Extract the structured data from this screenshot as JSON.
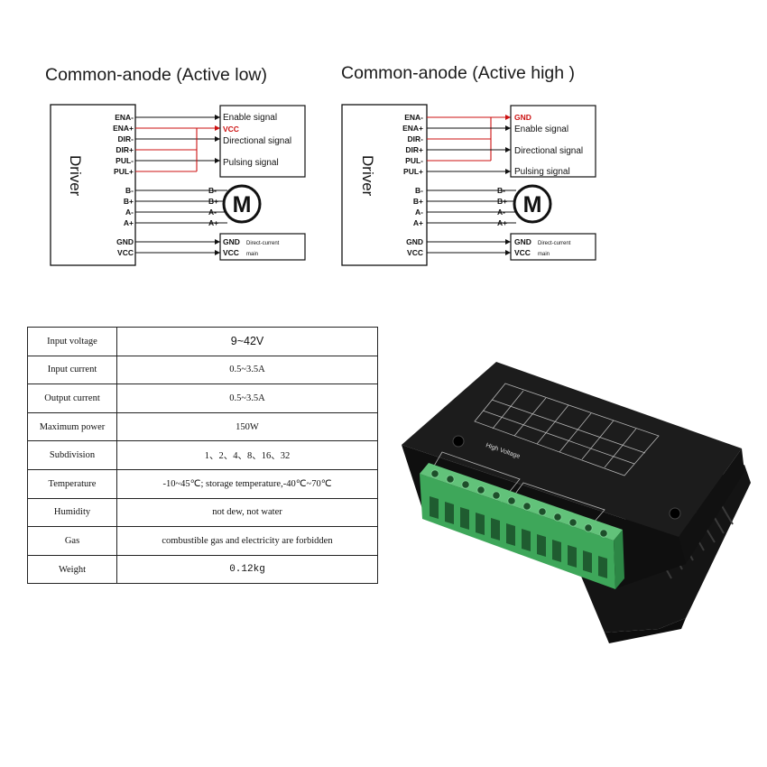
{
  "diagrams": [
    {
      "title": "Common-anode (Active low)",
      "driver_label": "Driver",
      "pins": [
        "ENA-",
        "ENA+",
        "DIR-",
        "DIR+",
        "PUL-",
        "PUL+",
        "B-",
        "B+",
        "A-",
        "A+",
        "GND",
        "VCC"
      ],
      "signal_box": {
        "first": "Enable signal",
        "vcc": "VCC",
        "second": "Directional signal",
        "third": "Pulsing signal"
      },
      "motor_pins": [
        "B-",
        "B+",
        "A-",
        "A+"
      ],
      "motor_label": "M",
      "power": {
        "gnd": "GND",
        "vcc": "VCC",
        "desc1": "Direct-current",
        "desc2": "main"
      }
    },
    {
      "title": "Common-anode (Active high )",
      "driver_label": "Driver",
      "pins": [
        "ENA-",
        "ENA+",
        "DIR-",
        "DIR+",
        "PUL-",
        "PUL+",
        "B-",
        "B+",
        "A-",
        "A+",
        "GND",
        "VCC"
      ],
      "signal_box": {
        "gnd": "GND",
        "first": "Enable signal",
        "second": "Directional signal",
        "third": "Pulsing signal"
      },
      "motor_pins": [
        "B-",
        "B+",
        "A-",
        "A+"
      ],
      "motor_label": "M",
      "power": {
        "gnd": "GND",
        "vcc": "VCC",
        "desc1": "Direct-current",
        "desc2": "main"
      }
    }
  ],
  "spec_table": [
    {
      "label": "Input voltage",
      "value": "9~42V"
    },
    {
      "label": "Input current",
      "value": "0.5~3.5A"
    },
    {
      "label": "Output current",
      "value": "0.5~3.5A"
    },
    {
      "label": "Maximum power",
      "value": "150W"
    },
    {
      "label": "Subdivision",
      "value": "1、2、4、8、16、32"
    },
    {
      "label": "Temperature",
      "value": "-10~45℃;   storage temperature,-40℃~70℃"
    },
    {
      "label": "Humidity",
      "value": "not dew, not water"
    },
    {
      "label": "Gas",
      "value": "combustible gas and electricity are forbidden"
    },
    {
      "label": "Weight",
      "value": "0.12kg"
    }
  ],
  "product_photo": {
    "subject": "stepper-motor-driver-module",
    "label_strip": "High Voltage"
  },
  "colors": {
    "red_wire": "#cc1111",
    "line": "#111111",
    "terminal_green": "#3ea75a",
    "case_black": "#1c1c1c"
  }
}
